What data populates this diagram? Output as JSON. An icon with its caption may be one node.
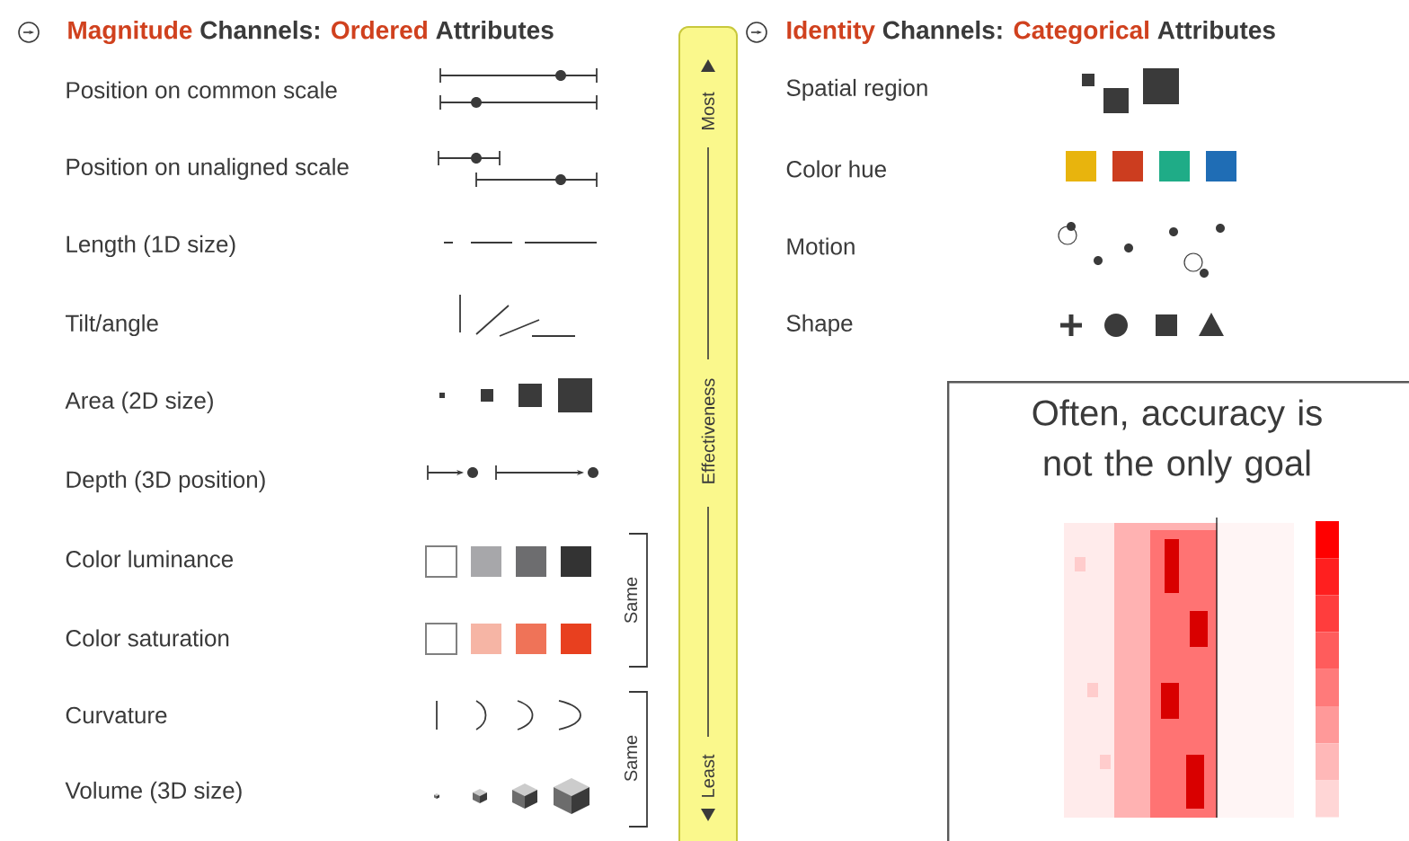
{
  "diagram": {
    "nodes": [
      {
        "text": [
          "Most",
          "Effectiveness",
          "Least"
        ]
      },
      {
        "text": [
          "Often, accuracy is not the only goal"
        ]
      }
    ],
    "labels": [
      "Magnitude",
      "Channels:",
      "Ordered",
      "Attributes",
      "Identity",
      "Channels:",
      "Categorical",
      "Attributes",
      "Position on common scale",
      "Position on unaligned scale",
      "Length (1D size)",
      "Tilt/angle",
      "Area (2D size)",
      "Depth (3D position)",
      "Color luminance",
      "Color saturation",
      "Curvature",
      "Volume (3D size)",
      "Same",
      "Same",
      "Spatial region",
      "Color hue",
      "Motion",
      "Shape"
    ]
  }
}
